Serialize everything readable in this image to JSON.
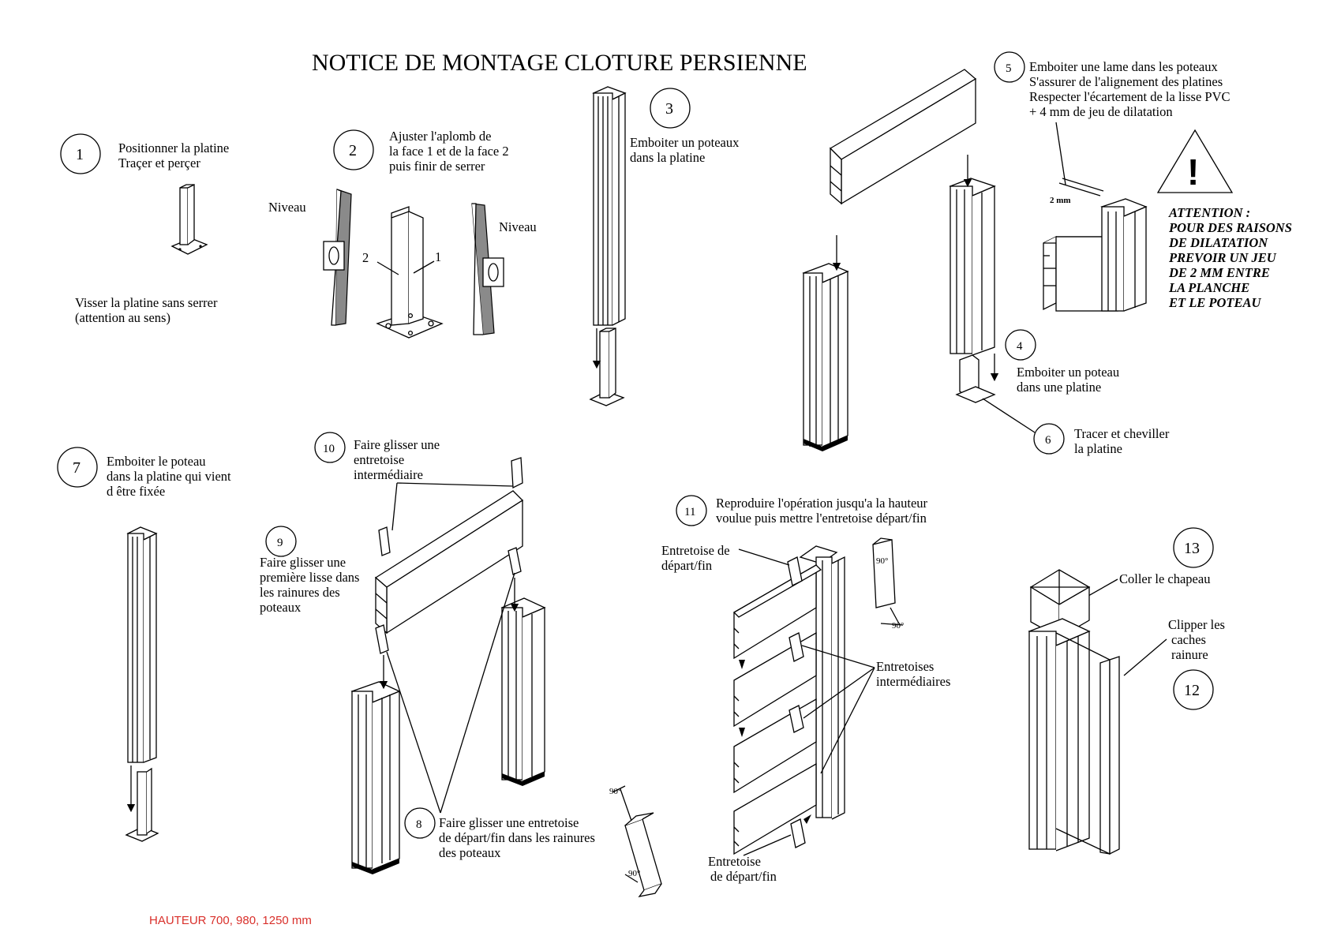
{
  "title": "NOTICE DE MONTAGE CLOTURE PERSIENNE",
  "footer": {
    "text": "HAUTEUR 700, 980, 1250 mm",
    "color": "#d9302b"
  },
  "steps": {
    "s1": {
      "number": "1",
      "lines": [
        "Positionner la platine",
        "Traçer et perçer"
      ],
      "note": [
        "Visser la platine sans serrer",
        "(attention au sens)"
      ]
    },
    "s2": {
      "number": "2",
      "lines": [
        "Ajuster l'aplomb de",
        "la face 1 et de la face 2",
        "puis finir de serrer"
      ],
      "level_left": "Niveau",
      "level_right": "Niveau",
      "face1": "1",
      "face2": "2"
    },
    "s3": {
      "number": "3",
      "lines": [
        "Emboiter un poteaux",
        "dans la platine"
      ]
    },
    "s4": {
      "number": "4",
      "lines": [
        "Emboiter un poteau",
        "dans une platine"
      ]
    },
    "s5": {
      "number": "5",
      "lines": [
        "Emboiter une lame dans les poteaux",
        "S'assurer de l'alignement des platines",
        "Respecter l'écartement de la lisse PVC",
        "+ 4 mm de jeu de dilatation"
      ],
      "gap_label": "2 mm"
    },
    "s6": {
      "number": "6",
      "lines": [
        "Tracer et cheviller",
        " la platine"
      ]
    },
    "s7": {
      "number": "7",
      "lines": [
        "Emboiter le poteau",
        "dans la platine qui vient",
        " d être fixée"
      ]
    },
    "s8": {
      "number": "8",
      "lines": [
        "Faire glisser une entretoise",
        "de départ/fin dans les rainures",
        "des poteaux"
      ]
    },
    "s9": {
      "number": "9",
      "lines": [
        "Faire glisser une",
        "première lisse dans",
        "les rainures des",
        "poteaux"
      ]
    },
    "s10": {
      "number": "10",
      "lines": [
        "Faire glisser une",
        " entretoise",
        "intermédiaire"
      ]
    },
    "s11": {
      "number": "11",
      "lines": [
        "Reproduire l'opération jusqu'a la hauteur",
        "voulue puis mettre l'entretoise départ/fin"
      ],
      "label_top": [
        "Entretoise de",
        "départ/fin"
      ],
      "label_mid": [
        "Entretoises",
        "intermédiaires"
      ],
      "label_bottom": [
        "Entretoise",
        "de départ/fin"
      ]
    },
    "s12": {
      "number": "12",
      "lines": [
        "Clipper les",
        "caches",
        "rainure"
      ]
    },
    "s13": {
      "number": "13",
      "lines": [
        "Coller le chapeau"
      ]
    }
  },
  "warning": {
    "symbol": "!",
    "lines": [
      "ATTENTION :",
      "POUR DES RAISONS",
      "DE DILATATION",
      "PREVOIR UN JEU",
      "DE 2 MM ENTRE",
      "LA PLANCHE",
      " ET LE POTEAU"
    ]
  },
  "angle_marks": [
    "90°",
    "90°",
    "90°",
    "90°"
  ]
}
